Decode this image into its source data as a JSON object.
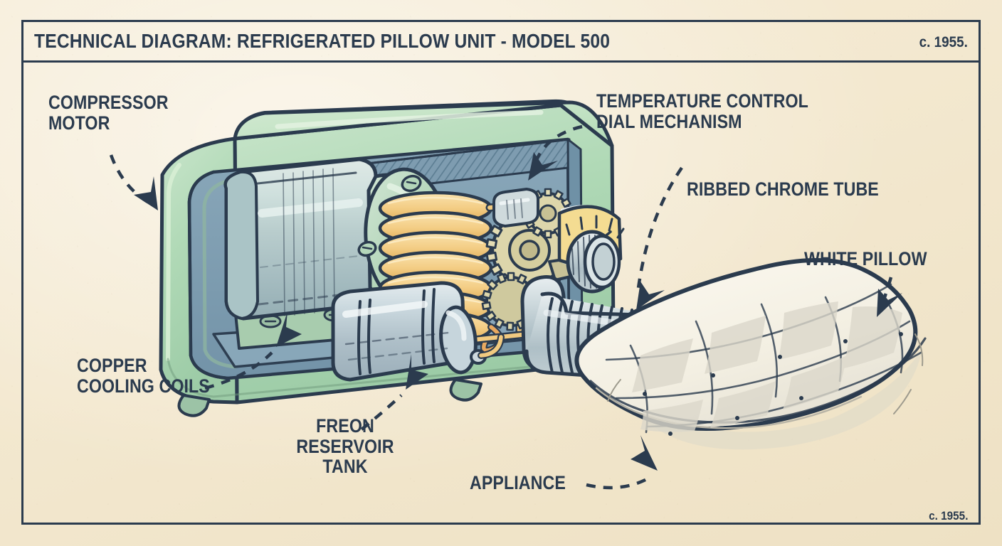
{
  "document": {
    "title": "TECHNICAL DIAGRAM: REFRIGERATED PILLOW UNIT - MODEL 500",
    "date_top_right": "c. 1955.",
    "date_bottom_right": "c. 1955.",
    "style": "vintage cutaway technical illustration"
  },
  "palette": {
    "paper": "#f3e8cf",
    "ink": "#2b3b4e",
    "housing_mint": "#a9d4b0",
    "housing_mint_light": "#c3e2c6",
    "interior_blue": "#7e9cb0",
    "interior_blue_dark": "#6b8ca4",
    "motor_gray": "#b9c8cd",
    "copper": "#f2cd86",
    "copper_dark": "#d9a84f",
    "chrome": "#c7d2d6",
    "dial_yellow": "#f4dc92",
    "pillow_white": "#f7f3e8",
    "pillow_shadow": "#d8d5cb"
  },
  "callouts": [
    {
      "id": "compressor-motor",
      "lines": [
        "COMPRESSOR",
        "MOTOR"
      ],
      "arrow": "curved-dashed-down-right"
    },
    {
      "id": "temperature-control",
      "lines": [
        "TEMPERATURE CONTROL",
        "DIAL MECHANISM"
      ],
      "arrow": "curved-dashed-down-left"
    },
    {
      "id": "ribbed-chrome-tube",
      "lines": [
        "RIBBED CHROME TUBE"
      ],
      "arrow": "curved-dashed-down-left"
    },
    {
      "id": "white-pillow",
      "lines": [
        "WHITE PILLOW"
      ],
      "arrow": "curved-dashed-down-left"
    },
    {
      "id": "copper-cooling-coils",
      "lines": [
        "COPPER",
        "COOLING COILS"
      ],
      "arrow": "curved-dashed-up-right"
    },
    {
      "id": "freon-reservoir-tank",
      "lines": [
        "FREON",
        "RESERVOIR",
        "TANK"
      ],
      "arrow": "curved-dashed-up-right"
    },
    {
      "id": "appliance",
      "lines": [
        "APPLIANCE"
      ],
      "arrow": "curved-dashed-right"
    }
  ],
  "components": [
    {
      "name": "housing",
      "description": "rounded mint-green appliance cabinet, cutaway open left face"
    },
    {
      "name": "motor",
      "description": "large horizontal cylindrical compressor motor with end bell and shaft"
    },
    {
      "name": "cooling-coils",
      "description": "seven-turn copper refrigerant coil",
      "turns": 7
    },
    {
      "name": "reservoir-tank",
      "description": "gray banded cylindrical freon reservoir tank at base"
    },
    {
      "name": "gear-train",
      "description": "three meshing gears driving the dial"
    },
    {
      "name": "dial-gauge",
      "description": "yellow fan-shaped temperature gauge face with tick marks",
      "ticks": 5
    },
    {
      "name": "control-knob",
      "description": "knurled chrome control knob"
    },
    {
      "name": "chrome-tube",
      "description": "ribbed corrugated chrome flexible tube",
      "ribs": 17
    },
    {
      "name": "pillow",
      "description": "quilted white pillow with diamond stitching"
    },
    {
      "name": "feet",
      "description": "two small rubber feet under the cabinet",
      "count": 2
    }
  ]
}
